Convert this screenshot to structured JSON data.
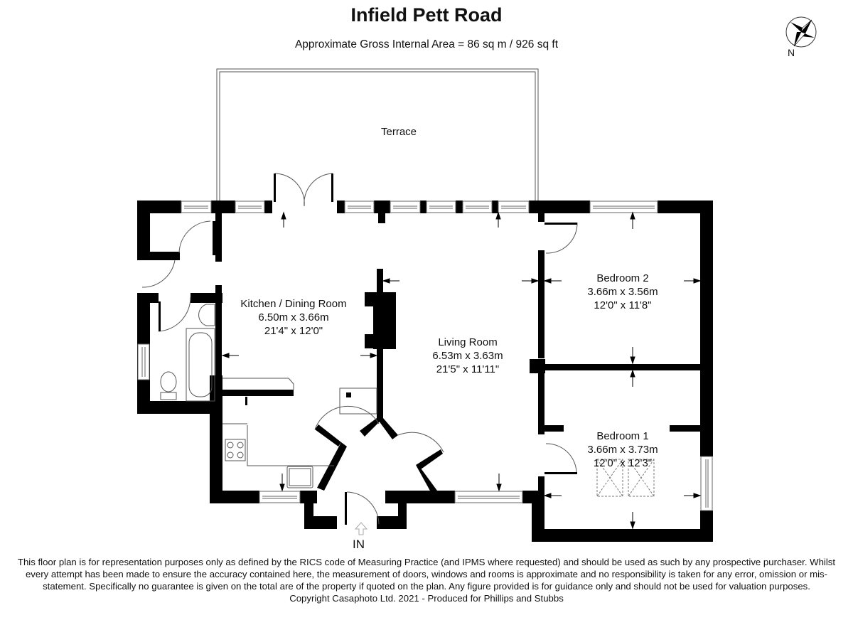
{
  "header": {
    "title": "Infield Pett Road",
    "area": "Approximate Gross Internal Area = 86 sq m / 926 sq ft"
  },
  "compass": {
    "label": "N",
    "icon": "compass-rose-icon"
  },
  "rooms": {
    "terrace": {
      "name": "Terrace"
    },
    "kitchen": {
      "name": "Kitchen / Dining Room",
      "metric": "6.50m x 3.66m",
      "imperial": "21'4\" x 12'0\""
    },
    "living": {
      "name": "Living Room",
      "metric": "6.53m x 3.63m",
      "imperial": "21'5\" x 11'11\""
    },
    "bedroom2": {
      "name": "Bedroom 2",
      "metric": "3.66m x 3.56m",
      "imperial": "12'0\" x 11'8\""
    },
    "bedroom1": {
      "name": "Bedroom 1",
      "metric": "3.66m x 3.73m",
      "imperial": "12'0\" x 12'3\""
    }
  },
  "entrance": {
    "label": "IN"
  },
  "footer": {
    "disclaimer": "This floor plan is for representation purposes only as defined by the RICS code of Measuring Practice (and IPMS where requested) and should be used as such by any prospective purchaser. Whilst every attempt has been made to ensure the accuracy contained here, the measurement of doors, windows and rooms is approximate and no responsibility is taken for any error, omission or mis-statement. Specifically no guarantee is given on the total are of the property if quoted on the plan. Any figure provided is for guidance only and should not be used for valuation purposes.",
    "copyright": "Copyright Casaphoto Ltd. 2021 - Produced for Phillips and Stubbs"
  },
  "colors": {
    "wall": "#000000",
    "line": "#555555",
    "background": "#ffffff"
  }
}
